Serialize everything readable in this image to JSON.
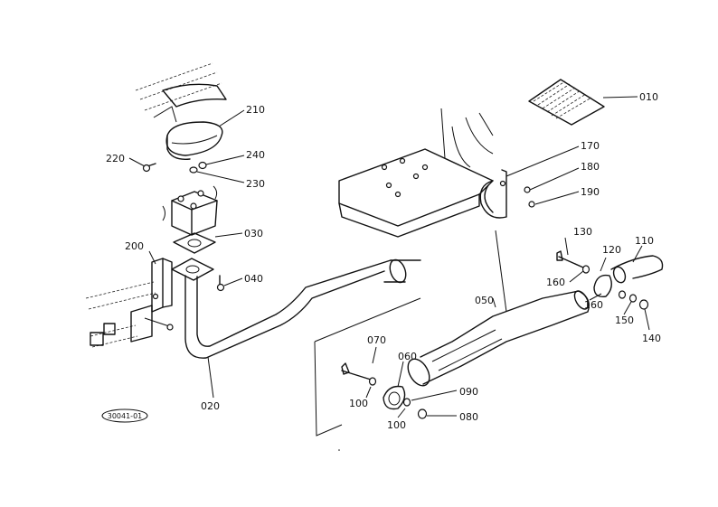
{
  "labels": {
    "p010": "010",
    "p020": "020",
    "p030": "030",
    "p040": "040",
    "p050": "050",
    "p060": "060",
    "p070": "070",
    "p080": "080",
    "p090": "090",
    "p100a": "100",
    "p100b": "100",
    "p110": "110",
    "p120": "120",
    "p130": "130",
    "p140": "140",
    "p150": "150",
    "p160a": "160",
    "p160b": "160",
    "p170": "170",
    "p180": "180",
    "p190": "190",
    "p200": "200",
    "p210": "210",
    "p220": "220",
    "p230": "230",
    "p240": "240"
  },
  "drawing_code": "30041-01"
}
